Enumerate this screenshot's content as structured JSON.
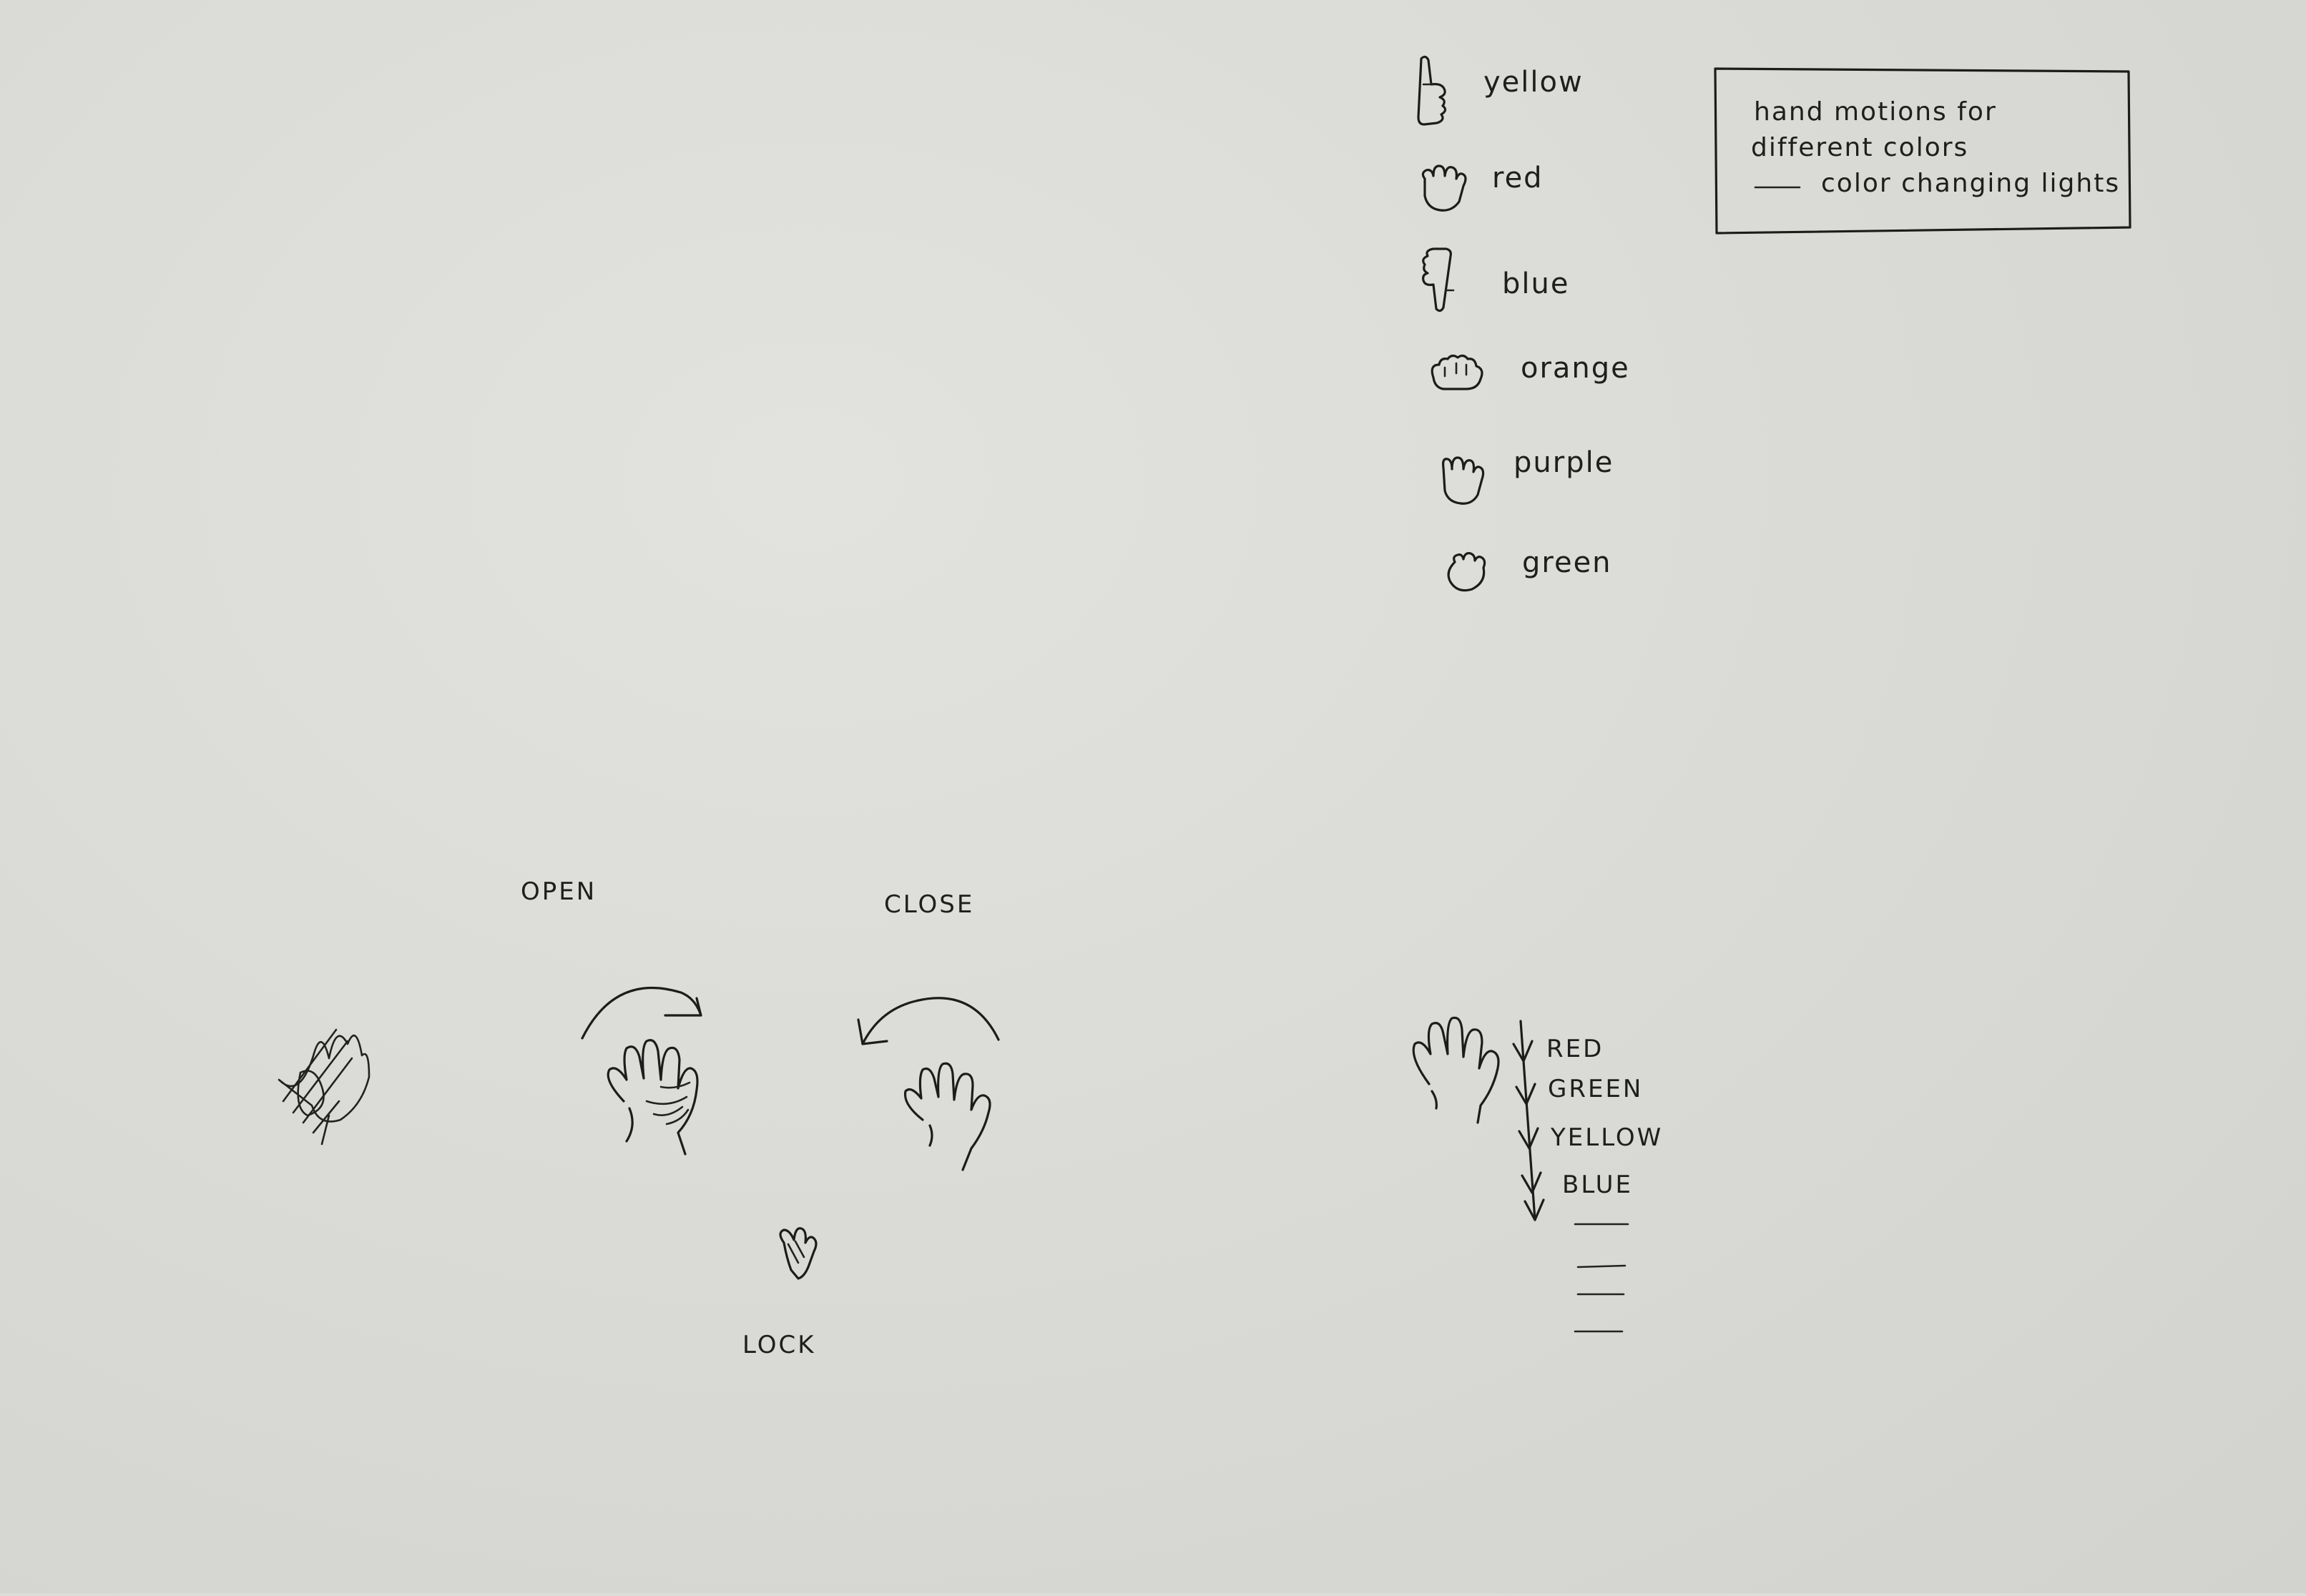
{
  "legend_items": [
    {
      "label": "yellow",
      "icon": "thumb-up-hand-icon"
    },
    {
      "label": "red",
      "icon": "open-palm-small-hand-icon"
    },
    {
      "label": "blue",
      "icon": "thumb-down-hand-icon"
    },
    {
      "label": "orange",
      "icon": "sideways-fist-hand-icon"
    },
    {
      "label": "purple",
      "icon": "four-fingers-hand-icon"
    },
    {
      "label": "green",
      "icon": "fist-hand-icon"
    }
  ],
  "note_box": {
    "line1": "hand motions for",
    "line2": "different colors",
    "line3": "color changing lights"
  },
  "gestures": {
    "open_label": "OPEN",
    "close_label": "CLOSE",
    "lock_label": "LOCK"
  },
  "color_sequence": [
    "RED",
    "GREEN",
    "YELLOW",
    "BLUE"
  ]
}
